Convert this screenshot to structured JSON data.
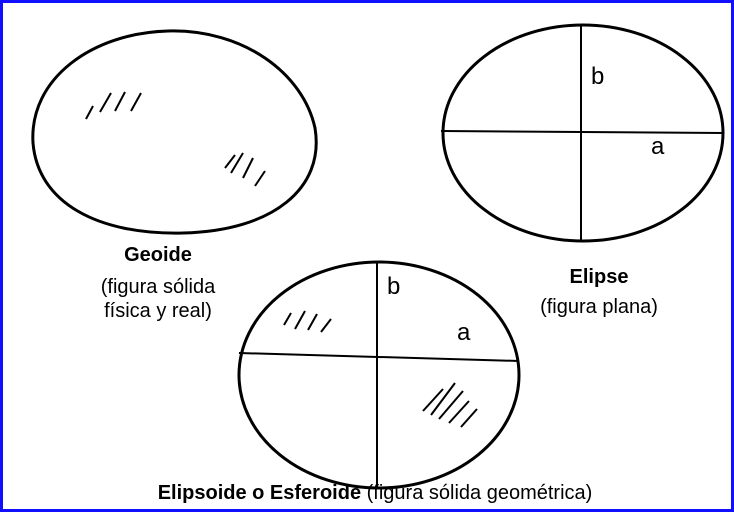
{
  "geoide": {
    "title": "Geoide",
    "subtitle_line1": "(figura sólida",
    "subtitle_line2": "física y real)"
  },
  "elipse": {
    "title": "Elipse",
    "subtitle": "(figura plana)",
    "label_a": "a",
    "label_b": "b"
  },
  "elipsoide": {
    "caption_bold": "Elipsoide o Esferoide",
    "caption_rest": "(figura sólida geométrica)",
    "label_a": "a",
    "label_b": "b"
  },
  "colors": {
    "frame": "#1010ff",
    "ink": "#000000",
    "background": "#ffffff"
  }
}
